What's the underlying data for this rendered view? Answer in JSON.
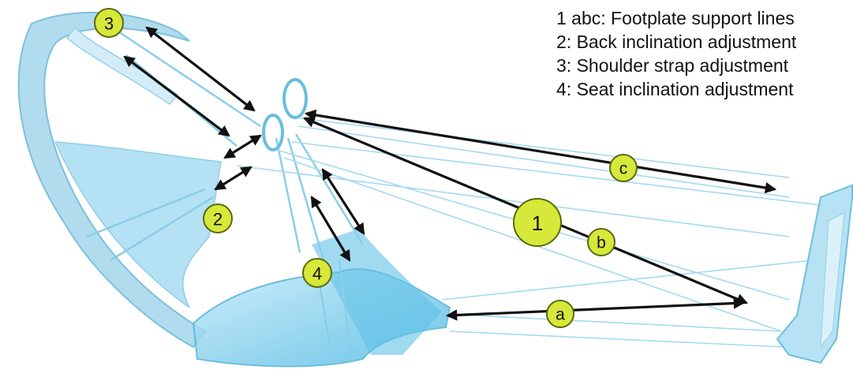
{
  "legend": [
    "1 abc: Footplate support lines",
    "2: Back inclination adjustment",
    "3: Shoulder strap adjustment",
    "4: Seat inclination adjustment"
  ],
  "badges": {
    "b1": "1",
    "b2": "2",
    "b3": "3",
    "b4": "4",
    "ba": "a",
    "bb": "b",
    "bc": "c"
  },
  "colors": {
    "badge_fill": "#d6e83a",
    "badge_stroke": "#5a6a10",
    "arrow": "#111111",
    "harness": "#66c6ea"
  }
}
